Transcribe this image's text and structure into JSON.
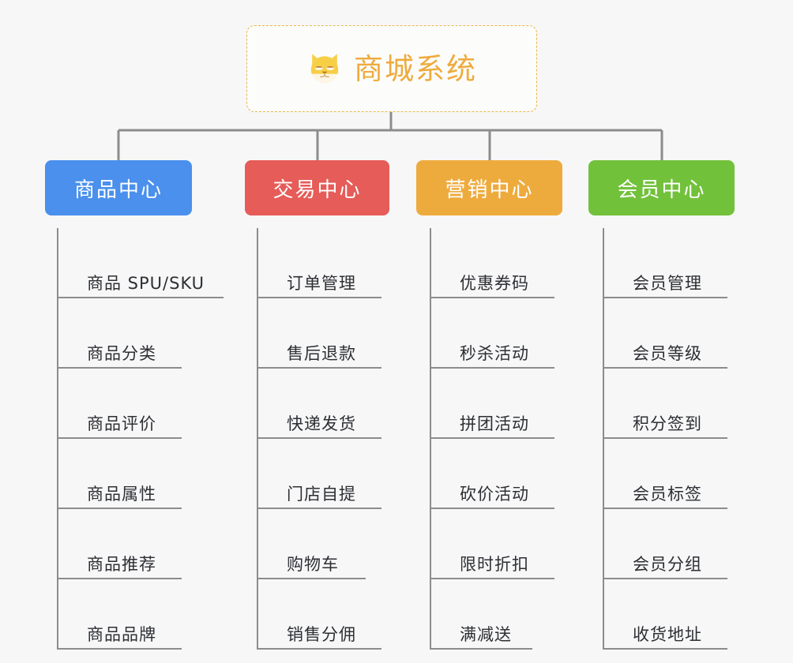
{
  "root": {
    "title": "商城系统",
    "icon": "shiba-dog-face-icon",
    "border_color": "#e8b84b",
    "text_color": "#eeab3d",
    "background": "#fcfcfb"
  },
  "canvas": {
    "background": "#f7f7f7",
    "connector_color": "#8c8c8c"
  },
  "columns": [
    {
      "title": "商品中心",
      "color": "#4a90ec",
      "items": [
        {
          "label": "商品 SPU/SKU"
        },
        {
          "label": "商品分类"
        },
        {
          "label": "商品评价"
        },
        {
          "label": "商品属性"
        },
        {
          "label": "商品推荐"
        },
        {
          "label": "商品品牌"
        }
      ]
    },
    {
      "title": "交易中心",
      "color": "#e65c58",
      "items": [
        {
          "label": "订单管理"
        },
        {
          "label": "售后退款"
        },
        {
          "label": "快递发货"
        },
        {
          "label": "门店自提"
        },
        {
          "label": "购物车"
        },
        {
          "label": "销售分佣"
        }
      ]
    },
    {
      "title": "营销中心",
      "color": "#eeab3d",
      "items": [
        {
          "label": "优惠券码"
        },
        {
          "label": "秒杀活动"
        },
        {
          "label": "拼团活动"
        },
        {
          "label": "砍价活动"
        },
        {
          "label": "限时折扣"
        },
        {
          "label": "满减送"
        }
      ]
    },
    {
      "title": "会员中心",
      "color": "#72c13b",
      "items": [
        {
          "label": "会员管理"
        },
        {
          "label": "会员等级"
        },
        {
          "label": "积分签到"
        },
        {
          "label": "会员标签"
        },
        {
          "label": "会员分组"
        },
        {
          "label": "收货地址"
        }
      ]
    }
  ]
}
